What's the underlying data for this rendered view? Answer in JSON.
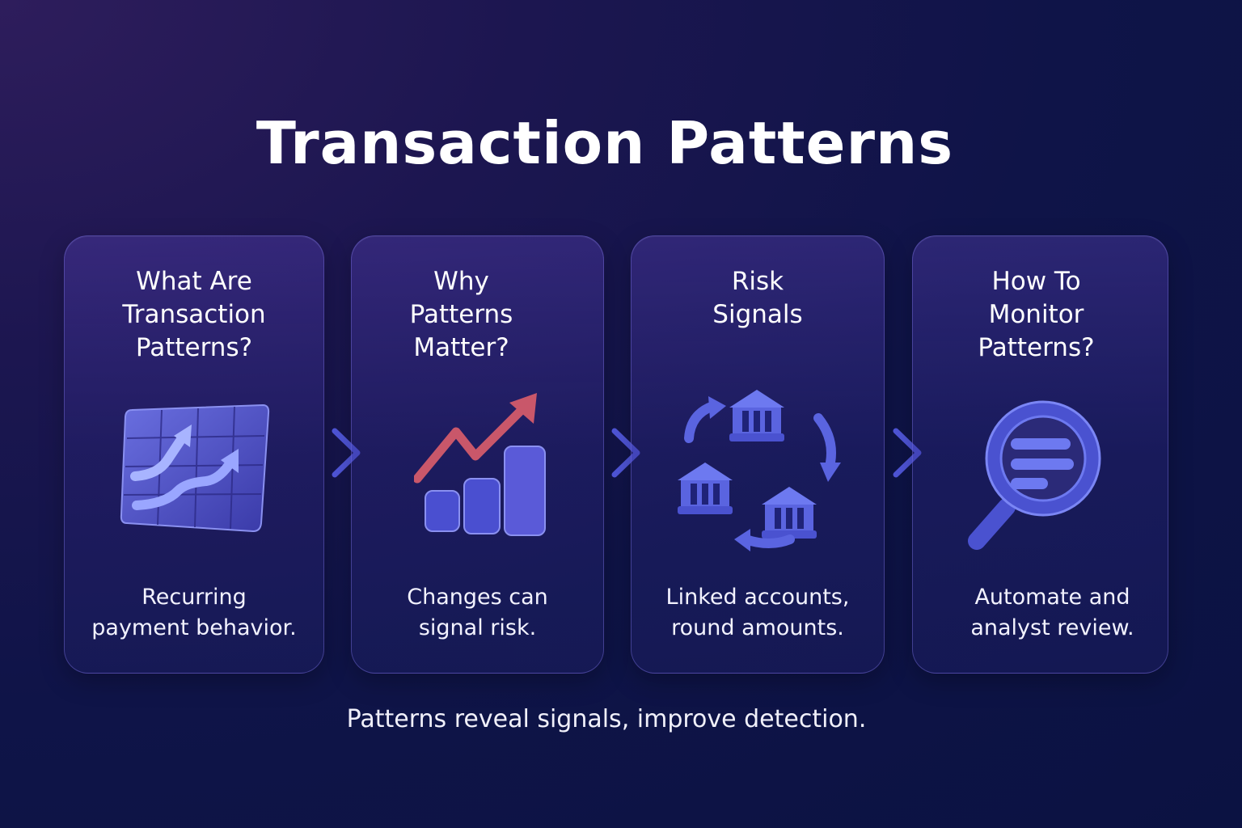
{
  "title": "Transaction Patterns",
  "cards": [
    {
      "title_lines": [
        "What Are",
        "Transaction",
        "Patterns?"
      ],
      "description_lines": [
        "Recurring",
        "payment behavior."
      ],
      "icon": "chart-grid-icon"
    },
    {
      "title_lines": [
        "Why",
        "Patterns",
        "Matter?"
      ],
      "description_lines": [
        "Changes can",
        "signal risk."
      ],
      "icon": "trend-bars-icon"
    },
    {
      "title_lines": [
        "Risk",
        "Signals"
      ],
      "description_lines": [
        "Linked accounts,",
        "round amounts."
      ],
      "icon": "bank-cycle-icon"
    },
    {
      "title_lines": [
        "How To",
        "Monitor",
        "Patterns?"
      ],
      "description_lines": [
        "Automate and",
        "analyst review."
      ],
      "icon": "magnifier-icon"
    }
  ],
  "footer": "Patterns reveal signals, improve detection.",
  "colors": {
    "accent": "#4a5ae0",
    "trend": "#c9576a",
    "background": "#0f1448"
  }
}
